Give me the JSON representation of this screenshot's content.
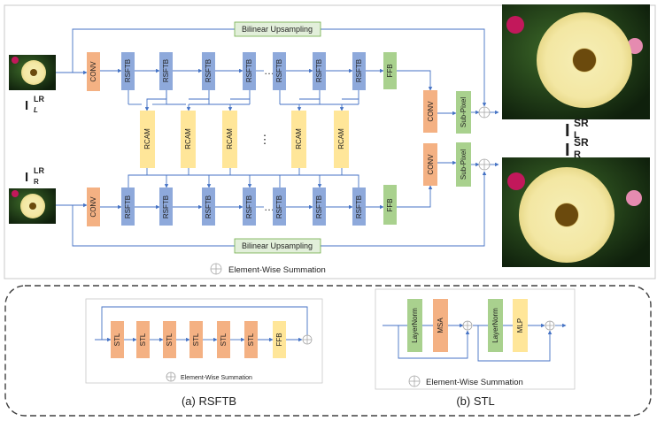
{
  "top": {
    "upsample_top": "Bilinear Upsampling",
    "upsample_bottom": "Bilinear Upsampling",
    "conv": "CONV",
    "rsftb": "RSFTB",
    "rcam": "RCAM",
    "ffb": "FFB",
    "subpixel": "Sub-Pixel",
    "ellipsis": "…",
    "vdots": "⋮",
    "legend": "Element-Wise Summation",
    "in_left": {
      "base": "I",
      "sup": "LR",
      "sub": "L"
    },
    "in_right": {
      "base": "I",
      "sup": "LR",
      "sub": "R"
    },
    "out_left": {
      "base": "I",
      "sup": "SR",
      "sub": "L"
    },
    "out_right": {
      "base": "I",
      "sup": "SR",
      "sub": "R"
    }
  },
  "rsftb_panel": {
    "stl": "STL",
    "ffb": "FFB",
    "legend": "Element-Wise Summation",
    "caption": "(a) RSFTB"
  },
  "stl_panel": {
    "layernorm": "LayerNorm",
    "msa": "MSA",
    "mlp": "MLP",
    "legend": "Element-Wise Summation",
    "caption": "(b) STL"
  },
  "colors": {
    "conv": "#f4b183",
    "rsftb": "#8ea9db",
    "rcam": "#ffe699",
    "ffb": "#a9d18e",
    "subpixel": "#a9d18e",
    "line": "#4472c4",
    "upsample_fill": "#e2efda",
    "upsample_stroke": "#70ad47"
  }
}
